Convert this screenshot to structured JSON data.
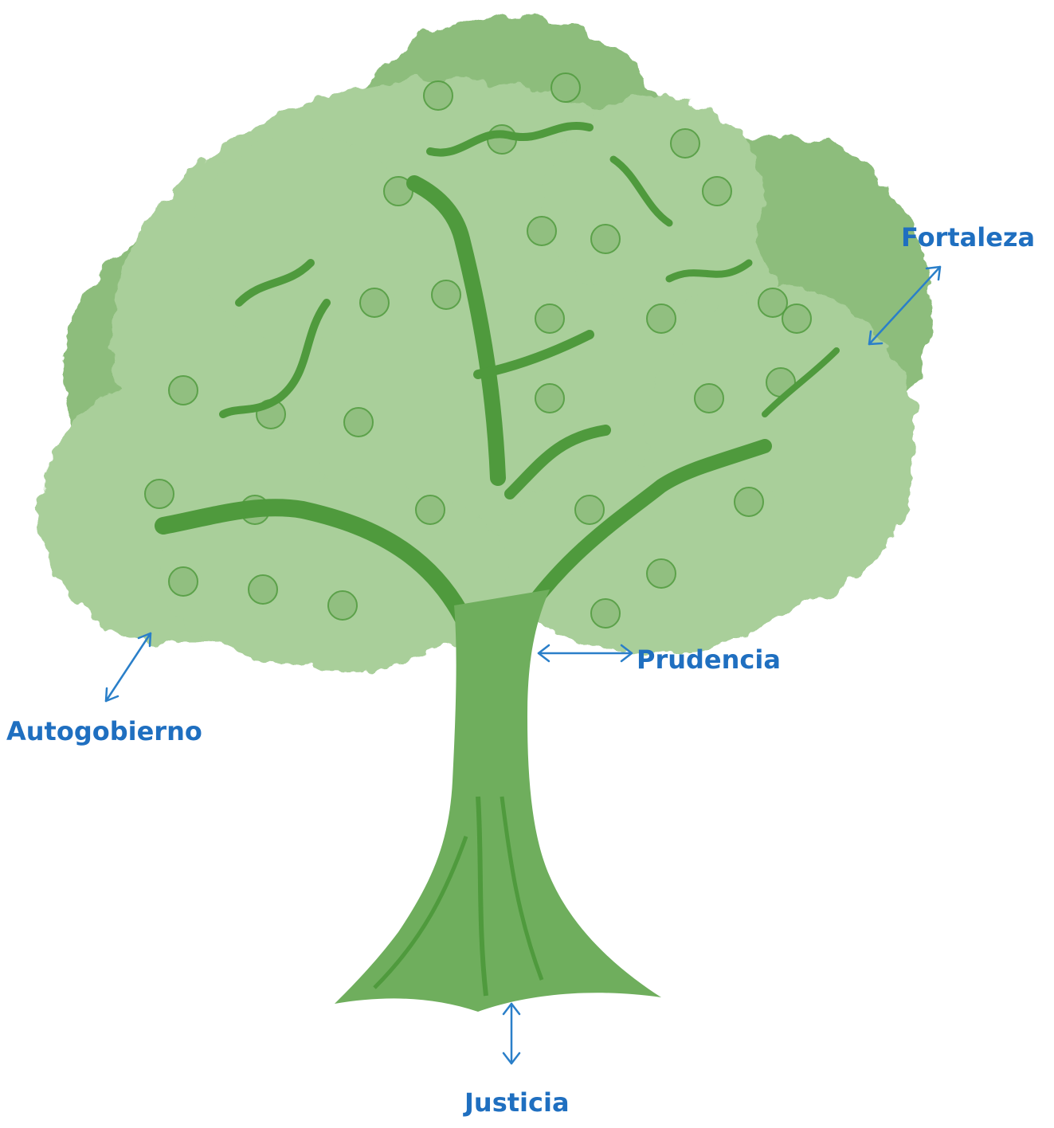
{
  "colors": {
    "label_text": "#1f6fc0",
    "arrow": "#2a7fc9",
    "foliage_light": "#a9cf9a",
    "foliage_mid": "#8dbd7c",
    "branch": "#4f9a3d",
    "trunk": "#6fae5d"
  },
  "illustration": {
    "icon": "tree-illustration"
  },
  "labels": {
    "fortaleza": "Fortaleza",
    "autogobierno": "Autogobierno",
    "prudencia": "Prudencia",
    "justicia": "Justicia"
  }
}
